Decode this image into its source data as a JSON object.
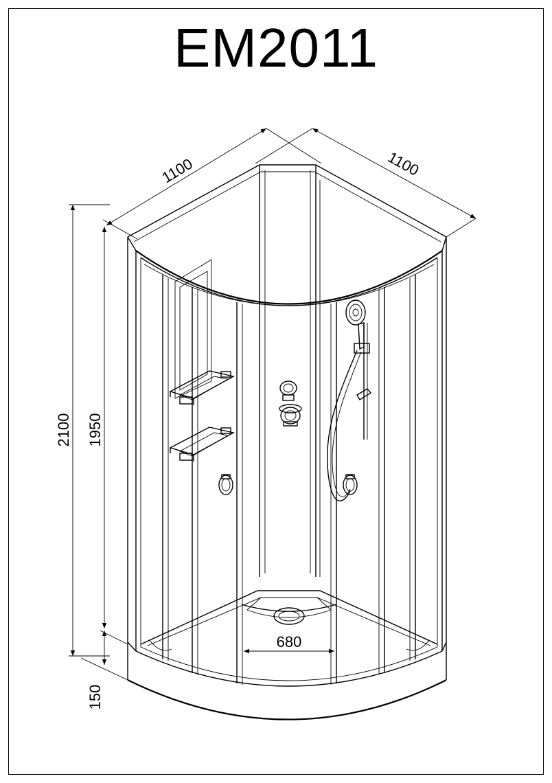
{
  "title": "EM2011",
  "dimensions": {
    "width_left": "1100",
    "width_right": "1100",
    "height_total": "2100",
    "height_cabin": "1950",
    "height_tray": "150",
    "door_opening": "680"
  },
  "colors": {
    "line": "#000000",
    "background": "#ffffff"
  }
}
